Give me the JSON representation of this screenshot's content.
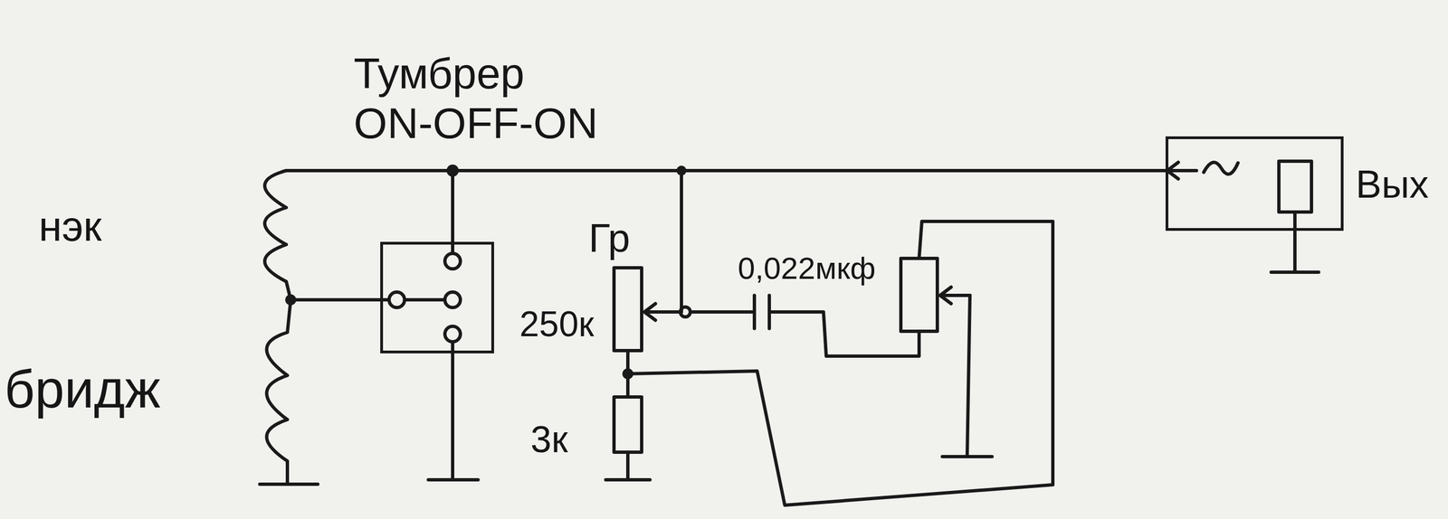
{
  "diagram": {
    "nodes": [
      {
        "text": [
          "Тумбрер ON-OFF-ON"
        ]
      },
      {
        "text": [
          "Вых"
        ]
      }
    ],
    "edges": [
      {
        "from": 0,
        "to": 1,
        "arrow": "none"
      }
    ],
    "labels": [
      "нэк",
      "бридж",
      "Гр",
      "250к",
      "0,022мкф",
      "3к"
    ]
  }
}
